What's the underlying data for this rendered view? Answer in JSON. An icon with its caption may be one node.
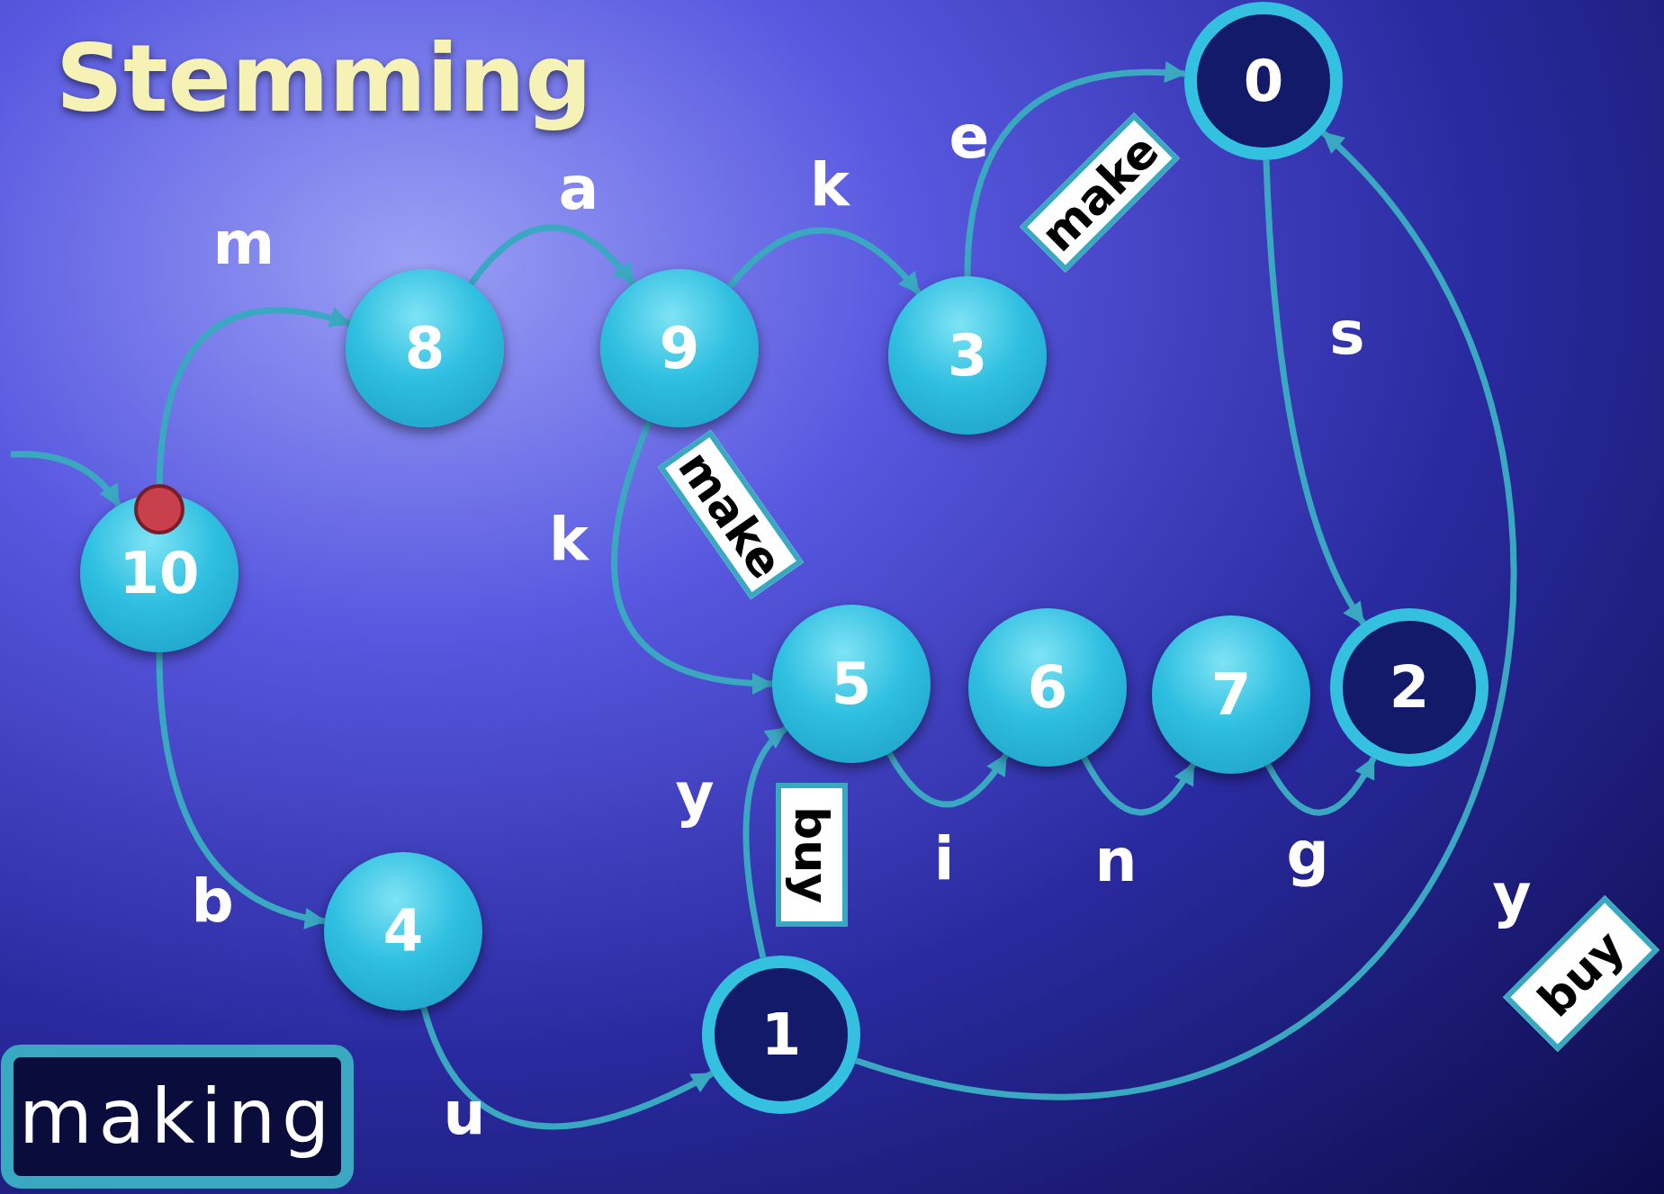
{
  "diagram": {
    "title": "Stemming",
    "nodes": [
      {
        "text": [
          "0"
        ]
      },
      {
        "text": [
          "8"
        ]
      },
      {
        "text": [
          "9"
        ]
      },
      {
        "text": [
          "3"
        ]
      },
      {
        "text": [
          "make"
        ]
      },
      {
        "text": [
          "10"
        ]
      },
      {
        "text": [
          "make"
        ]
      },
      {
        "text": [
          "5"
        ]
      },
      {
        "text": [
          "6"
        ]
      },
      {
        "text": [
          "7"
        ]
      },
      {
        "text": [
          "2"
        ]
      },
      {
        "text": [
          "buy"
        ]
      },
      {
        "text": [
          "4"
        ]
      },
      {
        "text": [
          "buy"
        ]
      },
      {
        "text": [
          "1"
        ]
      },
      {
        "text": [
          "making"
        ]
      }
    ],
    "edges": [
      {
        "from": null,
        "to": 5,
        "arrow": "to"
      },
      {
        "from": 5,
        "to": 1,
        "arrow": "to",
        "label": "m"
      },
      {
        "from": 1,
        "to": 2,
        "arrow": "to",
        "label": "a"
      },
      {
        "from": 2,
        "to": 3,
        "arrow": "to",
        "label": "k"
      },
      {
        "from": 3,
        "to": 0,
        "arrow": "to",
        "label": "e"
      },
      {
        "from": 2,
        "to": 7,
        "arrow": "to",
        "label": "k"
      },
      {
        "from": 7,
        "to": 8,
        "arrow": "to",
        "label": "i"
      },
      {
        "from": 8,
        "to": 9,
        "arrow": "to",
        "label": "n"
      },
      {
        "from": 9,
        "to": 10,
        "arrow": "to",
        "label": "g"
      },
      {
        "from": 0,
        "to": 10,
        "arrow": "to",
        "label": "s"
      },
      {
        "from": 5,
        "to": 12,
        "arrow": "to",
        "label": "b"
      },
      {
        "from": 12,
        "to": 14,
        "arrow": "to",
        "label": "u"
      },
      {
        "from": 14,
        "to": 7,
        "arrow": "to",
        "label": "y"
      },
      {
        "from": 14,
        "to": 0,
        "arrow": "to",
        "label": "y"
      }
    ]
  }
}
